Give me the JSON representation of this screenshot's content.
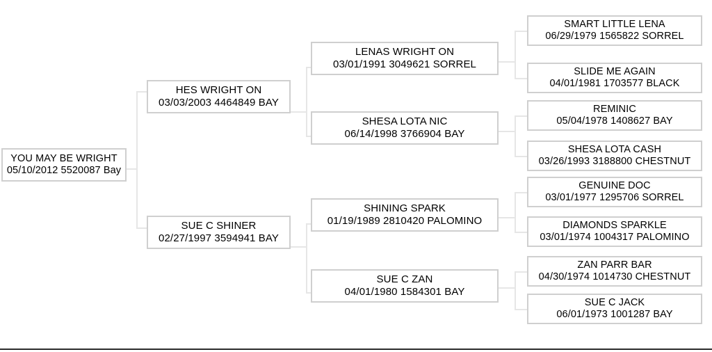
{
  "chart_data": {
    "type": "diagram",
    "title": "",
    "subtitle": "",
    "diagram_kind": "pedigree-tree",
    "orientation": "left-to-right",
    "generations": 4,
    "colors": {
      "node_fill": "#ffffff",
      "node_border": "#cfcfcf",
      "connector": "#e6e6e6",
      "text": "#000000",
      "footer_rule": "#2b2b2b"
    },
    "nodes": [
      {
        "id": "n1",
        "generation": 1,
        "name": "YOU MAY BE WRIGHT",
        "date": "05/10/2012",
        "registration": "5520087",
        "color": "Bay",
        "details": "05/10/2012 5520087 Bay"
      },
      {
        "id": "n2",
        "generation": 2,
        "name": "HES WRIGHT ON",
        "date": "03/03/2003",
        "registration": "4464849",
        "color": "BAY",
        "details": "03/03/2003 4464849 BAY"
      },
      {
        "id": "n3",
        "generation": 2,
        "name": "SUE C SHINER",
        "date": "02/27/1997",
        "registration": "3594941",
        "color": "BAY",
        "details": "02/27/1997 3594941 BAY"
      },
      {
        "id": "n4",
        "generation": 3,
        "name": "LENAS WRIGHT ON",
        "date": "03/01/1991",
        "registration": "3049621",
        "color": "SORREL",
        "details": "03/01/1991 3049621 SORREL"
      },
      {
        "id": "n5",
        "generation": 3,
        "name": "SHESA LOTA NIC",
        "date": "06/14/1998",
        "registration": "3766904",
        "color": "BAY",
        "details": "06/14/1998 3766904 BAY"
      },
      {
        "id": "n6",
        "generation": 3,
        "name": "SHINING SPARK",
        "date": "01/19/1989",
        "registration": "2810420",
        "color": "PALOMINO",
        "details": "01/19/1989 2810420 PALOMINO"
      },
      {
        "id": "n7",
        "generation": 3,
        "name": "SUE C ZAN",
        "date": "04/01/1980",
        "registration": "1584301",
        "color": "BAY",
        "details": "04/01/1980 1584301 BAY"
      },
      {
        "id": "n8",
        "generation": 4,
        "name": "SMART LITTLE LENA",
        "date": "06/29/1979",
        "registration": "1565822",
        "color": "SORREL",
        "details": "06/29/1979 1565822 SORREL"
      },
      {
        "id": "n9",
        "generation": 4,
        "name": "SLIDE ME AGAIN",
        "date": "04/01/1981",
        "registration": "1703577",
        "color": "BLACK",
        "details": "04/01/1981 1703577 BLACK"
      },
      {
        "id": "n10",
        "generation": 4,
        "name": "REMINIC",
        "date": "05/04/1978",
        "registration": "1408627",
        "color": "BAY",
        "details": "05/04/1978 1408627 BAY"
      },
      {
        "id": "n11",
        "generation": 4,
        "name": "SHESA LOTA CASH",
        "date": "03/26/1993",
        "registration": "3188800",
        "color": "CHESTNUT",
        "details": "03/26/1993 3188800 CHESTNUT"
      },
      {
        "id": "n12",
        "generation": 4,
        "name": "GENUINE DOC",
        "date": "03/01/1977",
        "registration": "1295706",
        "color": "SORREL",
        "details": "03/01/1977 1295706 SORREL"
      },
      {
        "id": "n13",
        "generation": 4,
        "name": "DIAMONDS SPARKLE",
        "date": "03/01/1974",
        "registration": "1004317",
        "color": "PALOMINO",
        "details": "03/01/1974 1004317 PALOMINO"
      },
      {
        "id": "n14",
        "generation": 4,
        "name": "ZAN PARR BAR",
        "date": "04/30/1974",
        "registration": "1014730",
        "color": "CHESTNUT",
        "details": "04/30/1974 1014730 CHESTNUT"
      },
      {
        "id": "n15",
        "generation": 4,
        "name": "SUE C JACK",
        "date": "06/01/1973",
        "registration": "1001287",
        "color": "BAY",
        "details": "06/01/1973 1001287 BAY"
      }
    ],
    "edges": [
      {
        "from": "n1",
        "to": "n2"
      },
      {
        "from": "n1",
        "to": "n3"
      },
      {
        "from": "n2",
        "to": "n4"
      },
      {
        "from": "n2",
        "to": "n5"
      },
      {
        "from": "n3",
        "to": "n6"
      },
      {
        "from": "n3",
        "to": "n7"
      },
      {
        "from": "n4",
        "to": "n8"
      },
      {
        "from": "n4",
        "to": "n9"
      },
      {
        "from": "n5",
        "to": "n10"
      },
      {
        "from": "n5",
        "to": "n11"
      },
      {
        "from": "n6",
        "to": "n12"
      },
      {
        "from": "n6",
        "to": "n13"
      },
      {
        "from": "n7",
        "to": "n14"
      },
      {
        "from": "n7",
        "to": "n15"
      }
    ]
  }
}
